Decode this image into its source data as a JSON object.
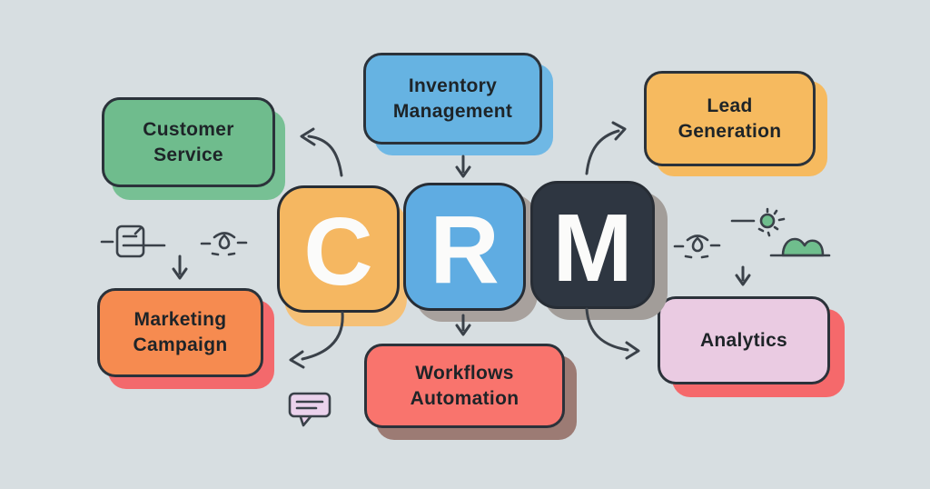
{
  "background_color": "#D7DEE1",
  "border_color": "#2B323A",
  "arrow_color": "#3A4149",
  "text_color": "#1E2428",
  "crm_tiles": [
    {
      "letter": "C",
      "fill": "#F5B761",
      "shadow": "#F5C076",
      "text_color": "#FFFFFF"
    },
    {
      "letter": "R",
      "fill": "#5FACE2",
      "shadow": "#A8A19D",
      "text_color": "#FFFFFF"
    },
    {
      "letter": "M",
      "fill": "#2E3641",
      "shadow": "#A29D99",
      "text_color": "#FFFFFF"
    }
  ],
  "nodes": [
    {
      "id": "customer-service",
      "label": "Customer Service",
      "fill": "#6FBC8D",
      "shadow": "#77C094"
    },
    {
      "id": "inventory-management",
      "label": "Inventory Management",
      "fill": "#66B3E2",
      "shadow": "#6FB8E5"
    },
    {
      "id": "lead-generation",
      "label": "Lead Generation",
      "fill": "#F6BA5F",
      "shadow": "#F6BA5F"
    },
    {
      "id": "marketing-campaign",
      "label": "Marketing Campaign",
      "fill": "#F68B50",
      "shadow": "#F3696C"
    },
    {
      "id": "workflows-automation",
      "label": "Workflows Automation",
      "fill": "#F9746D",
      "shadow": "#9C7B74"
    },
    {
      "id": "analytics",
      "label": "Analytics",
      "fill": "#EACBE2",
      "shadow": "#F5696B"
    }
  ],
  "icons": [
    "document-icon",
    "idea-icon-left",
    "idea-icon-right",
    "sun-icon",
    "bush-icon",
    "speech-bubble-icon"
  ],
  "icon_accent_color": "#6FBE8D",
  "speech_bubble_fill": "#EBD2EC"
}
